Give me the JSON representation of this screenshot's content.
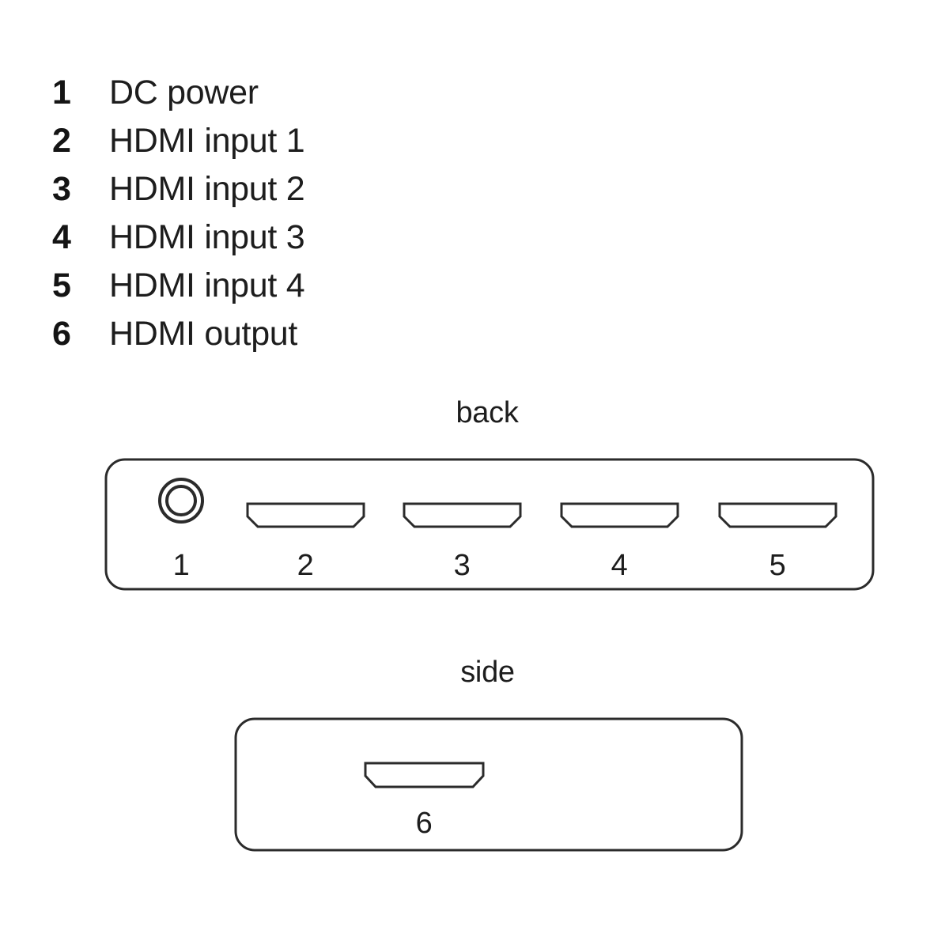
{
  "legend": {
    "items": [
      {
        "num": "1",
        "label": "DC power"
      },
      {
        "num": "2",
        "label": "HDMI input 1"
      },
      {
        "num": "3",
        "label": "HDMI input 2"
      },
      {
        "num": "4",
        "label": "HDMI input 3"
      },
      {
        "num": "5",
        "label": "HDMI input 4"
      },
      {
        "num": "6",
        "label": "HDMI output"
      }
    ]
  },
  "diagrams": {
    "back": {
      "caption": "back",
      "port_labels": [
        "1",
        "2",
        "3",
        "4",
        "5"
      ]
    },
    "side": {
      "caption": "side",
      "port_labels": [
        "6"
      ]
    }
  },
  "colors": {
    "stroke": "#2b2b2b",
    "text": "#1d1d1d",
    "background": "#ffffff"
  }
}
